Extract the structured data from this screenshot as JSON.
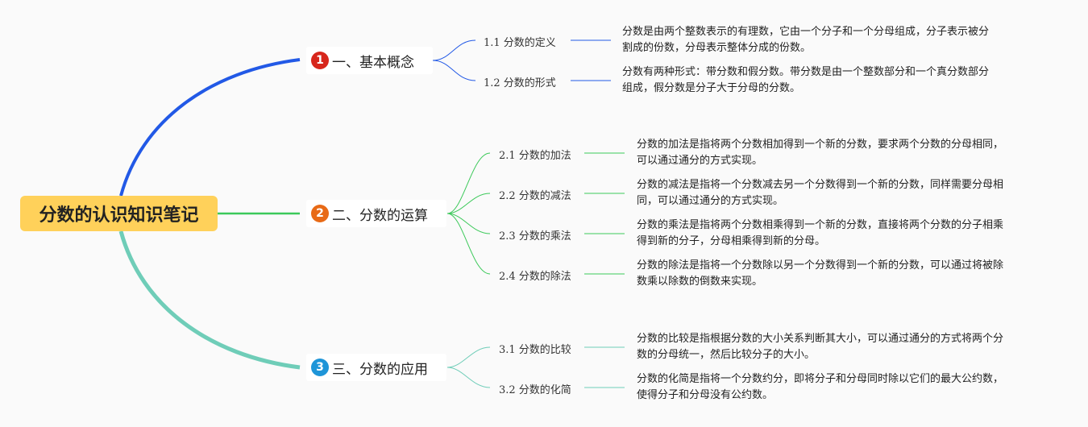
{
  "root": {
    "title": "分数的认识知识笔记"
  },
  "branches": [
    {
      "number": "1",
      "label": "一、基本概念",
      "color": "#2259e6",
      "badge_color": "#d7261c",
      "children": [
        {
          "label": "1.1 分数的定义",
          "desc": "分数是由两个整数表示的有理数，它由一个分子和一个分母组成，分子表示被分\n割成的份数，分母表示整体分成的份数。"
        },
        {
          "label": "1.2 分数的形式",
          "desc": "分数有两种形式：带分数和假分数。带分数是由一个整数部分和一个真分数部分\n组成，假分数是分子大于分母的分数。"
        }
      ]
    },
    {
      "number": "2",
      "label": "二、分数的运算",
      "color": "#3cc95a",
      "badge_color": "#e86a16",
      "children": [
        {
          "label": "2.1 分数的加法",
          "desc": "分数的加法是指将两个分数相加得到一个新的分数，要求两个分数的分母相同，\n可以通过通分的方式实现。"
        },
        {
          "label": "2.2 分数的减法",
          "desc": "分数的减法是指将一个分数减去另一个分数得到一个新的分数，同样需要分母相\n同，可以通过通分的方式实现。"
        },
        {
          "label": "2.3 分数的乘法",
          "desc": "分数的乘法是指将两个分数相乘得到一个新的分数，直接将两个分数的分子相乘\n得到新的分子，分母相乘得到新的分母。"
        },
        {
          "label": "2.4 分数的除法",
          "desc": "分数的除法是指将一个分数除以另一个分数得到一个新的分数，可以通过将被除\n数乘以除数的倒数来实现。"
        }
      ]
    },
    {
      "number": "3",
      "label": "三、分数的应用",
      "color": "#6fcdb8",
      "badge_color": "#1e95d8",
      "children": [
        {
          "label": "3.1 分数的比较",
          "desc": "分数的比较是指根据分数的大小关系判断其大小，可以通过通分的方式将两个分\n数的分母统一，然后比较分子的大小。"
        },
        {
          "label": "3.2 分数的化简",
          "desc": "分数的化简是指将一个分数约分，即将分子和分母同时除以它们的最大公约数，\n使得分子和分母没有公约数。"
        }
      ]
    }
  ]
}
